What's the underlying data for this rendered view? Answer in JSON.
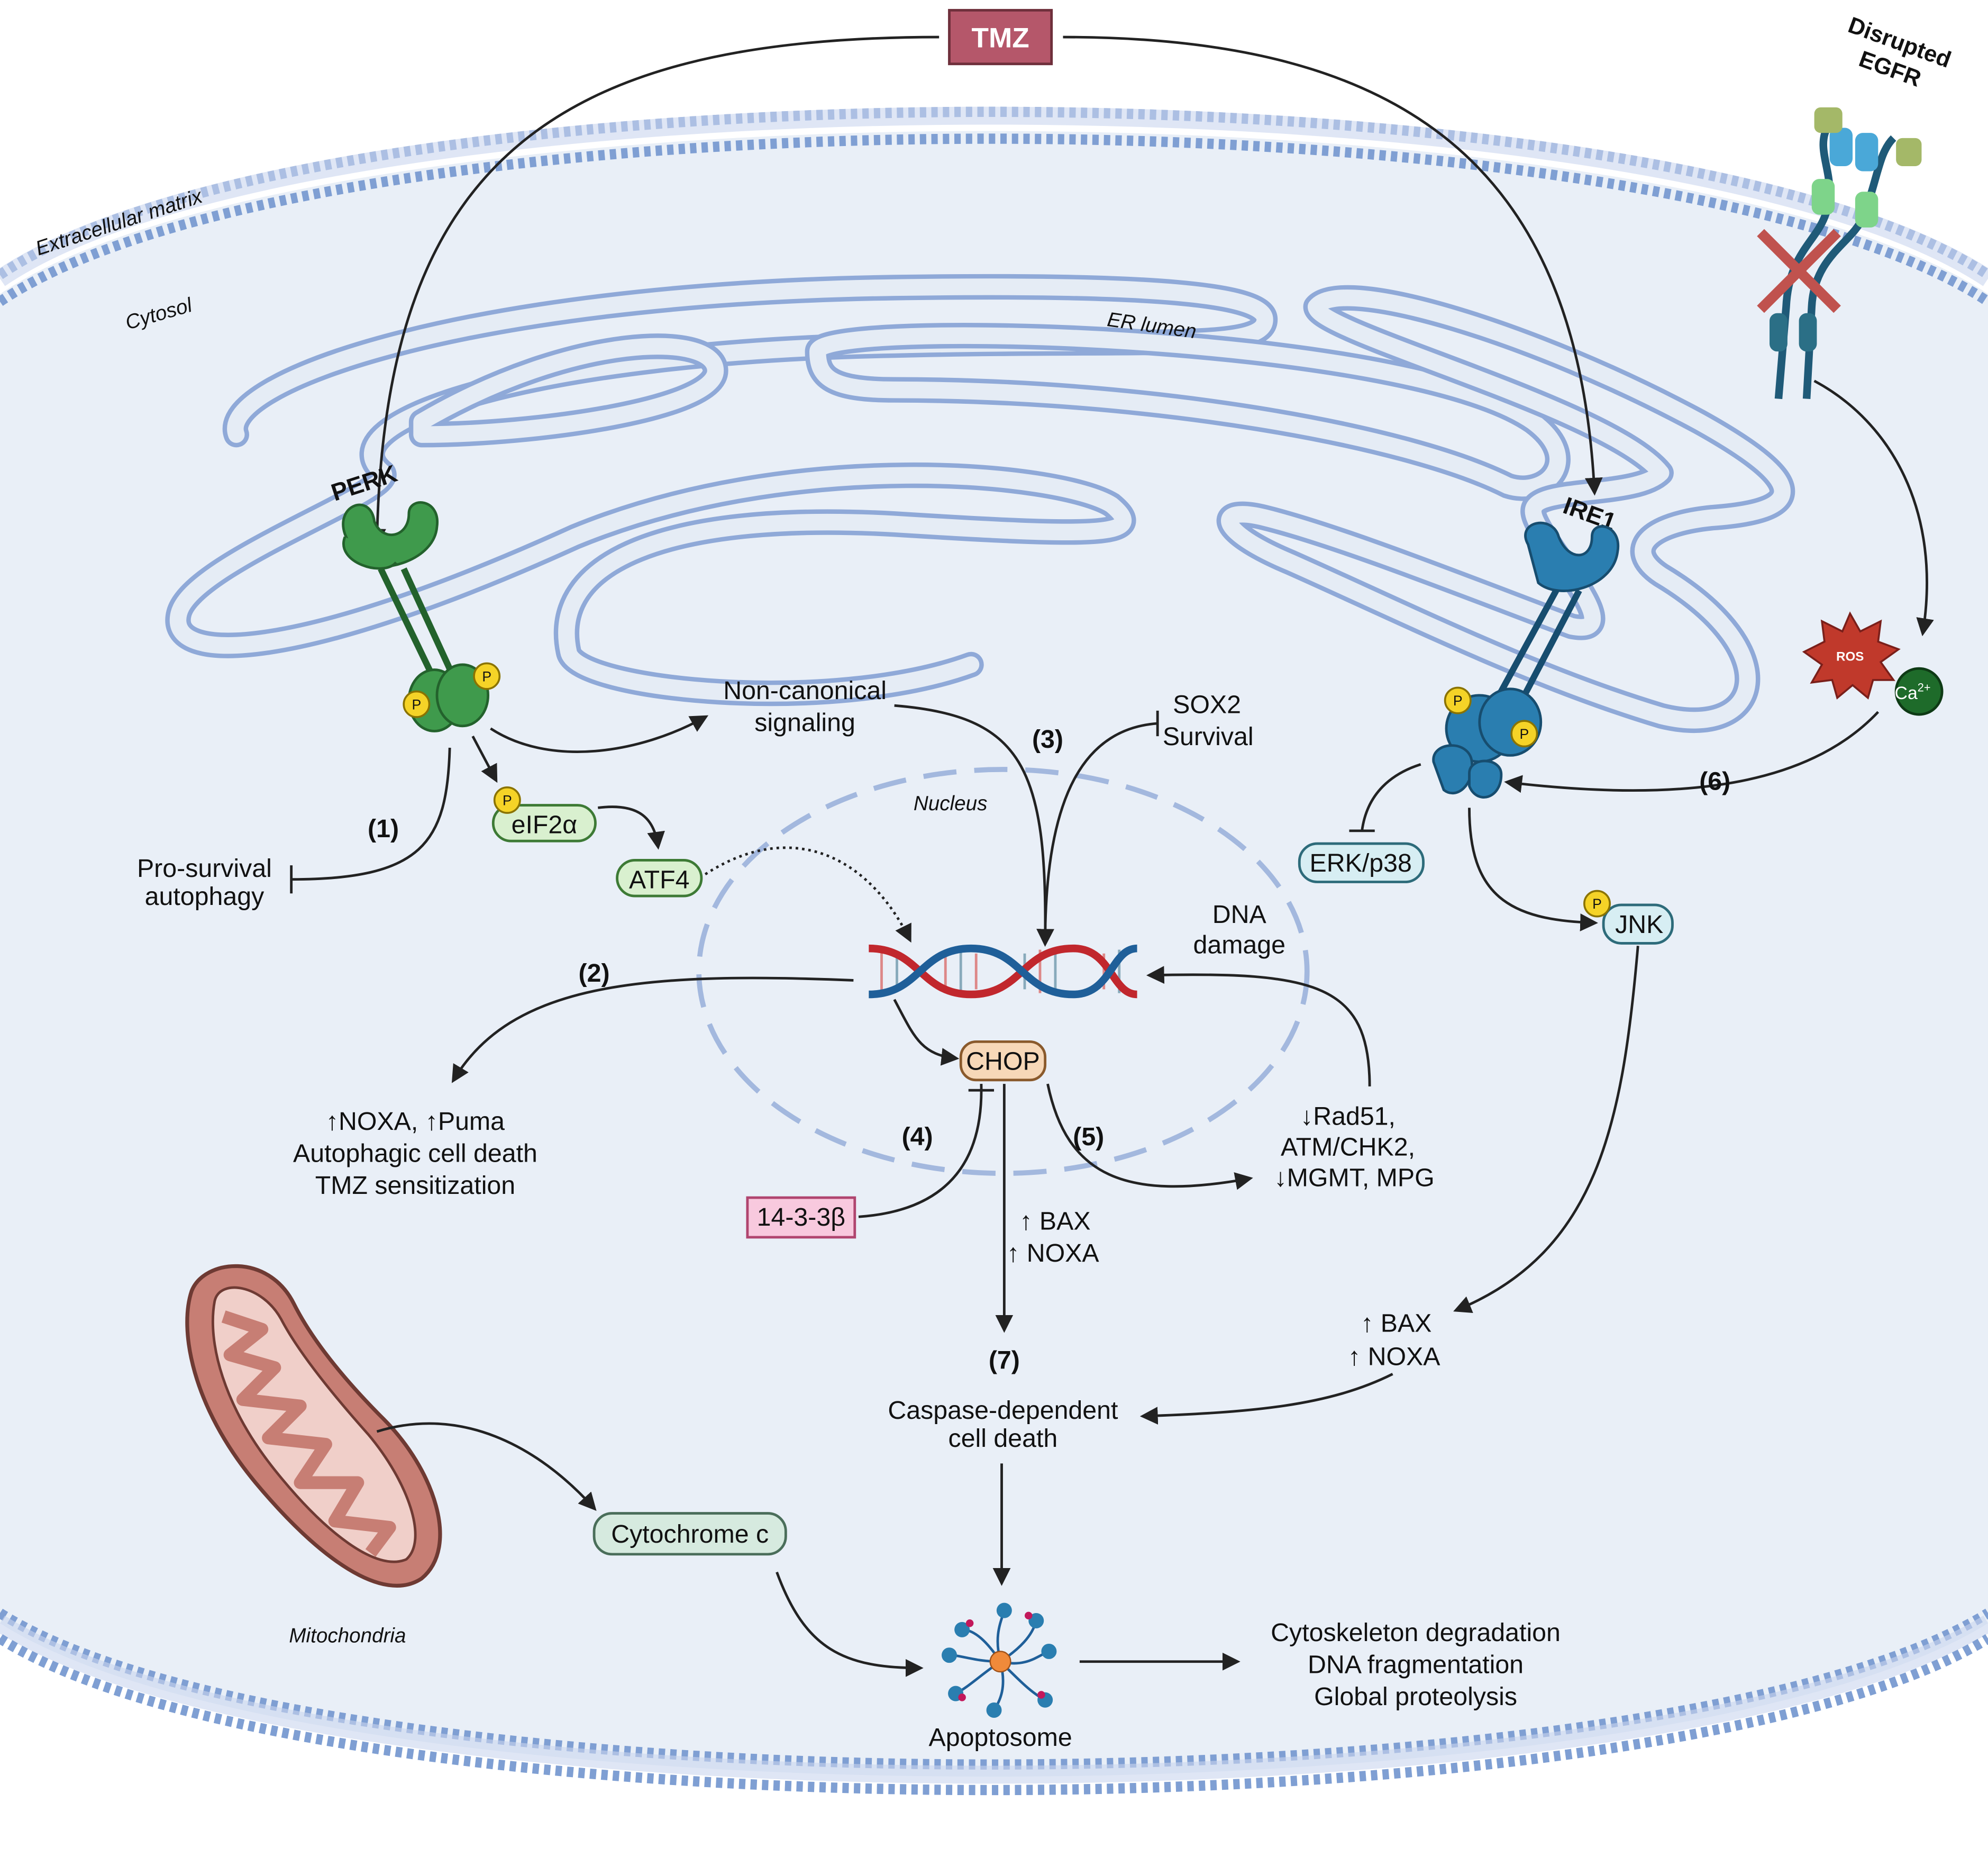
{
  "tmz": "TMZ",
  "egfr": {
    "line1": "Disrupted",
    "line2": "EGFR"
  },
  "compartments": {
    "extracellular": "Extracellular matrix",
    "cytosol": "Cytosol",
    "er_lumen": "ER lumen",
    "nucleus": "Nucleus",
    "mitochondria": "Mitochondria"
  },
  "receptors": {
    "perk": "PERK",
    "ire1": "IRE1"
  },
  "phospho": "P",
  "ros": "ROS",
  "ca": {
    "base": "Ca",
    "sup": "2+"
  },
  "steps": {
    "s1": "(1)",
    "s2": "(2)",
    "s3": "(3)",
    "s4": "(4)",
    "s5": "(5)",
    "s6": "(6)",
    "s7": "(7)"
  },
  "labels": {
    "noncanonical1": "Non-canonical",
    "noncanonical2": "signaling",
    "sox2": "SOX2",
    "survival": "Survival",
    "prosurvival1": "Pro-survival",
    "prosurvival2": "autophagy",
    "dna_damage1": "DNA",
    "dna_damage2": "damage",
    "left_out1": "↑NOXA, ↑Puma",
    "left_out2": "Autophagic cell death",
    "left_out3": "TMZ sensitization",
    "repair1": "↓Rad51,",
    "repair2": "ATM/CHK2,",
    "repair3": "↓MGMT, MPG",
    "bax_mid": "↑ BAX",
    "noxa_mid": "↑ NOXA",
    "bax_right": "↑ BAX",
    "noxa_right": "↑ NOXA",
    "caspase1": "Caspase-dependent",
    "caspase2": "cell death",
    "apoptosome": "Apoptosome",
    "out1": "Cytoskeleton degradation",
    "out2": "DNA fragmentation",
    "out3": "Global proteolysis"
  },
  "boxes": {
    "eif2a": "eIF2α",
    "atf4": "ATF4",
    "chop": "CHOP",
    "erk": "ERK/p38",
    "jnk": "JNK",
    "prot1433": "14-3-3β",
    "cytc": "Cytochrome c"
  },
  "colors": {
    "membrane": "#8fa9d8",
    "cell_fill": "#e9eff7",
    "perk": "#3f9a4c",
    "ire1": "#2a7eb0",
    "tmz_box": "#b5576a",
    "mito": "#c77e74",
    "dna_red": "#c1272d",
    "dna_blue": "#1f5f99"
  }
}
